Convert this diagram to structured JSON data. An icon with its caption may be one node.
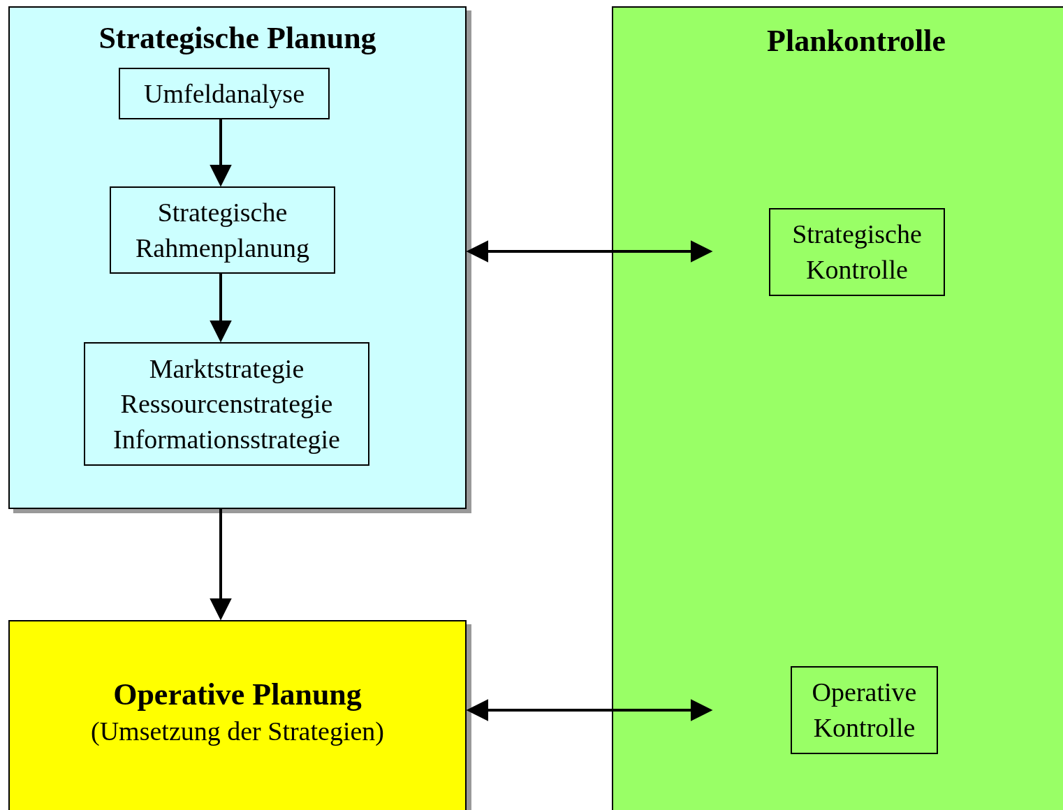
{
  "diagram": {
    "nodes": [
      {
        "text": [
          "Strategische Planung"
        ]
      },
      {
        "text": [
          "Umfeldanalyse"
        ],
        "in": 0
      },
      {
        "text": [
          "Strategische Rahmenplanung"
        ],
        "in": 0
      },
      {
        "text": [
          "Marktstrategie",
          "Ressourcenstrategie",
          "Informationsstrategie"
        ],
        "in": 0
      },
      {
        "text": [
          "Plankontrolle"
        ]
      },
      {
        "text": [
          "Strategische Kontrolle"
        ],
        "in": 4
      },
      {
        "text": [
          "Operative Planung",
          "(Umsetzung der Strategien)"
        ]
      },
      {
        "text": [
          "Operative Kontrolle"
        ],
        "in": 4
      }
    ],
    "edges": [
      {
        "from": 1,
        "to": 2,
        "arrow": "to"
      },
      {
        "from": 2,
        "to": 3,
        "arrow": "to"
      },
      {
        "from": 0,
        "to": 6,
        "arrow": "to"
      },
      {
        "from": 0,
        "to": null,
        "arrow": "both"
      },
      {
        "from": 6,
        "to": null,
        "arrow": "both"
      }
    ]
  }
}
